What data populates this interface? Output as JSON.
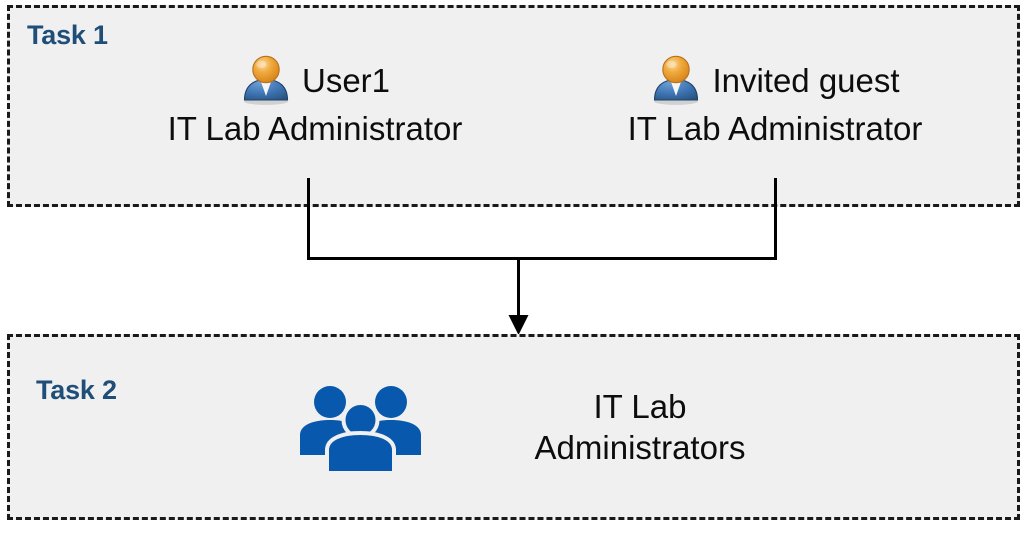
{
  "diagram": {
    "background_color": "#FFFFFF",
    "box_fill_color": "#F0F0F0",
    "box_border_color": "#1A1A1A",
    "task_label_color": "#1F4E79",
    "text_color": "#0D0D0D",
    "group_icon_color": "#0859AE",
    "connector_color": "#000000"
  },
  "task1": {
    "label": "Task 1",
    "members": [
      {
        "icon": "single-user-icon",
        "name": "User1",
        "role": "IT Lab Administrator"
      },
      {
        "icon": "single-user-icon",
        "name": "Invited guest",
        "role": "IT Lab Administrator"
      }
    ]
  },
  "task2": {
    "label": "Task 2",
    "group": {
      "icon": "user-group-icon",
      "name": "IT Lab\nAdministrators"
    }
  },
  "connector": {
    "type": "merge-arrow",
    "from": [
      "User1",
      "Invited guest"
    ],
    "to": "IT Lab Administrators",
    "arrow_direction": "down"
  }
}
